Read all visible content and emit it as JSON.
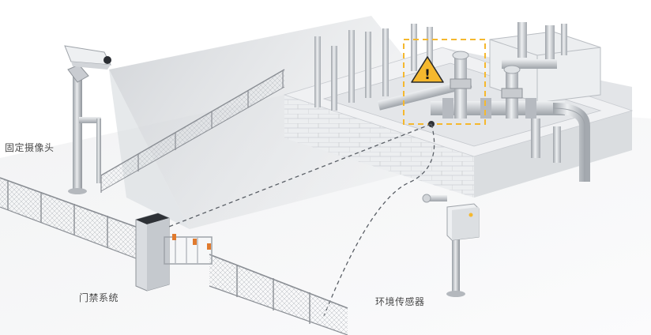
{
  "labels": {
    "camera": "固定摄像头",
    "access_gate": "门禁系统",
    "env_sensor": "环境传感器"
  },
  "alert": {
    "symbol": "!",
    "color": "#f5b82e"
  },
  "colors": {
    "fence": "#8a8e94",
    "wall": "#e6e8eb",
    "pipe": "#c9ccd1",
    "dashed_line": "#5a5f66",
    "gate_stripe": "#e07a2e"
  }
}
